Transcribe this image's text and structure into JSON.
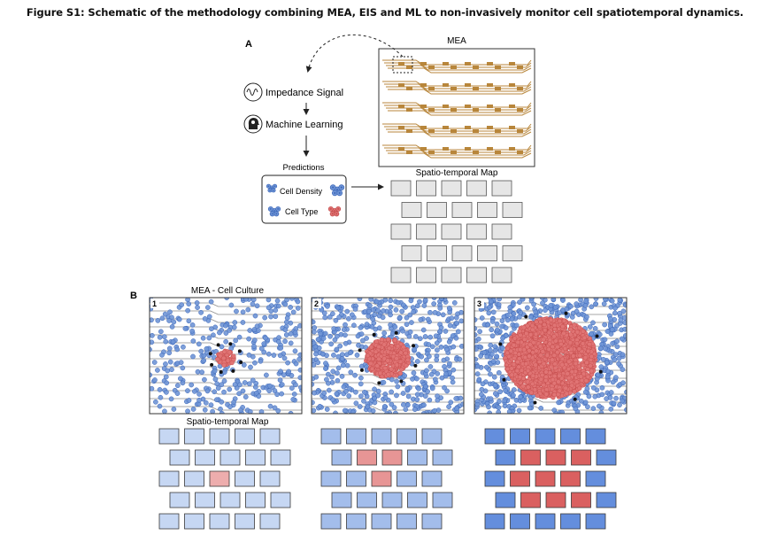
{
  "figure_title": "Figure S1: Schematic of the methodology combining MEA, EIS and ML to non-invasively monitor cell spatiotemporal dynamics.",
  "panel_a": {
    "letter": "A",
    "mea_label": "MEA",
    "flow_steps": [
      {
        "label": "Impedance Signal",
        "icon": "sine-wave-icon"
      },
      {
        "label": "Machine Learning",
        "icon": "brain-head-icon"
      }
    ],
    "predictions_title": "Predictions",
    "predictions": [
      {
        "label": "Cell Density",
        "icon": "blue-cell-cluster-icon"
      },
      {
        "label": "Cell Type",
        "icon": "red-cell-cluster-icon"
      }
    ],
    "map_label": "Spatio-temporal Map"
  },
  "panel_b": {
    "letter": "B",
    "culture_label": "MEA - Cell Culture",
    "map_label": "Spatio-temporal Map",
    "stages": [
      {
        "number": "1",
        "red_cluster_size": 0.12,
        "cell_density": 0.35,
        "map_rows": [
          [
            0.15,
            0.15,
            0.15,
            0.15,
            0.15
          ],
          [
            0.15,
            0.15,
            0.15,
            0.15,
            0.15
          ],
          [
            0.15,
            0.15,
            "red:0.3",
            0.15,
            0.15
          ],
          [
            0.15,
            0.15,
            0.15,
            0.15,
            0.15
          ],
          [
            0.15,
            0.15,
            0.15,
            0.15,
            0.15
          ]
        ]
      },
      {
        "number": "2",
        "red_cluster_size": 0.3,
        "cell_density": 0.65,
        "map_rows": [
          [
            0.4,
            0.4,
            0.4,
            0.4,
            0.4
          ],
          [
            0.4,
            "red:0.5",
            "red:0.5",
            0.4,
            0.4
          ],
          [
            0.4,
            0.4,
            "red:0.5",
            0.4,
            0.4
          ],
          [
            0.4,
            0.4,
            0.4,
            0.4,
            0.4
          ],
          [
            0.4,
            0.4,
            0.4,
            0.4,
            0.4
          ]
        ]
      },
      {
        "number": "3",
        "red_cluster_size": 0.62,
        "cell_density": 0.95,
        "map_rows": [
          [
            0.85,
            0.85,
            0.85,
            0.85,
            0.85
          ],
          [
            0.85,
            "red:0.95",
            "red:0.95",
            "red:0.95",
            0.85
          ],
          [
            0.85,
            "red:0.95",
            "red:0.95",
            "red:0.95",
            0.85
          ],
          [
            0.85,
            "red:0.95",
            "red:0.95",
            "red:0.95",
            0.85
          ],
          [
            0.85,
            0.85,
            0.85,
            0.85,
            0.85
          ]
        ]
      }
    ]
  },
  "colors": {
    "gold": "#b8863b",
    "blue_cell": "#6f95d6",
    "blue_dark": "#3b66b8",
    "red_cell": "#e07474",
    "red_dark": "#c24848",
    "map_light": "#c9d8f3",
    "map_mid": "#9db8ea",
    "map_dark": "#4f7fd8",
    "map_red_light": "#f1b6b6",
    "map_red_mid": "#e69a9a",
    "map_red_dark": "#d85a5a",
    "grid_gray": "#e6e6e6"
  }
}
